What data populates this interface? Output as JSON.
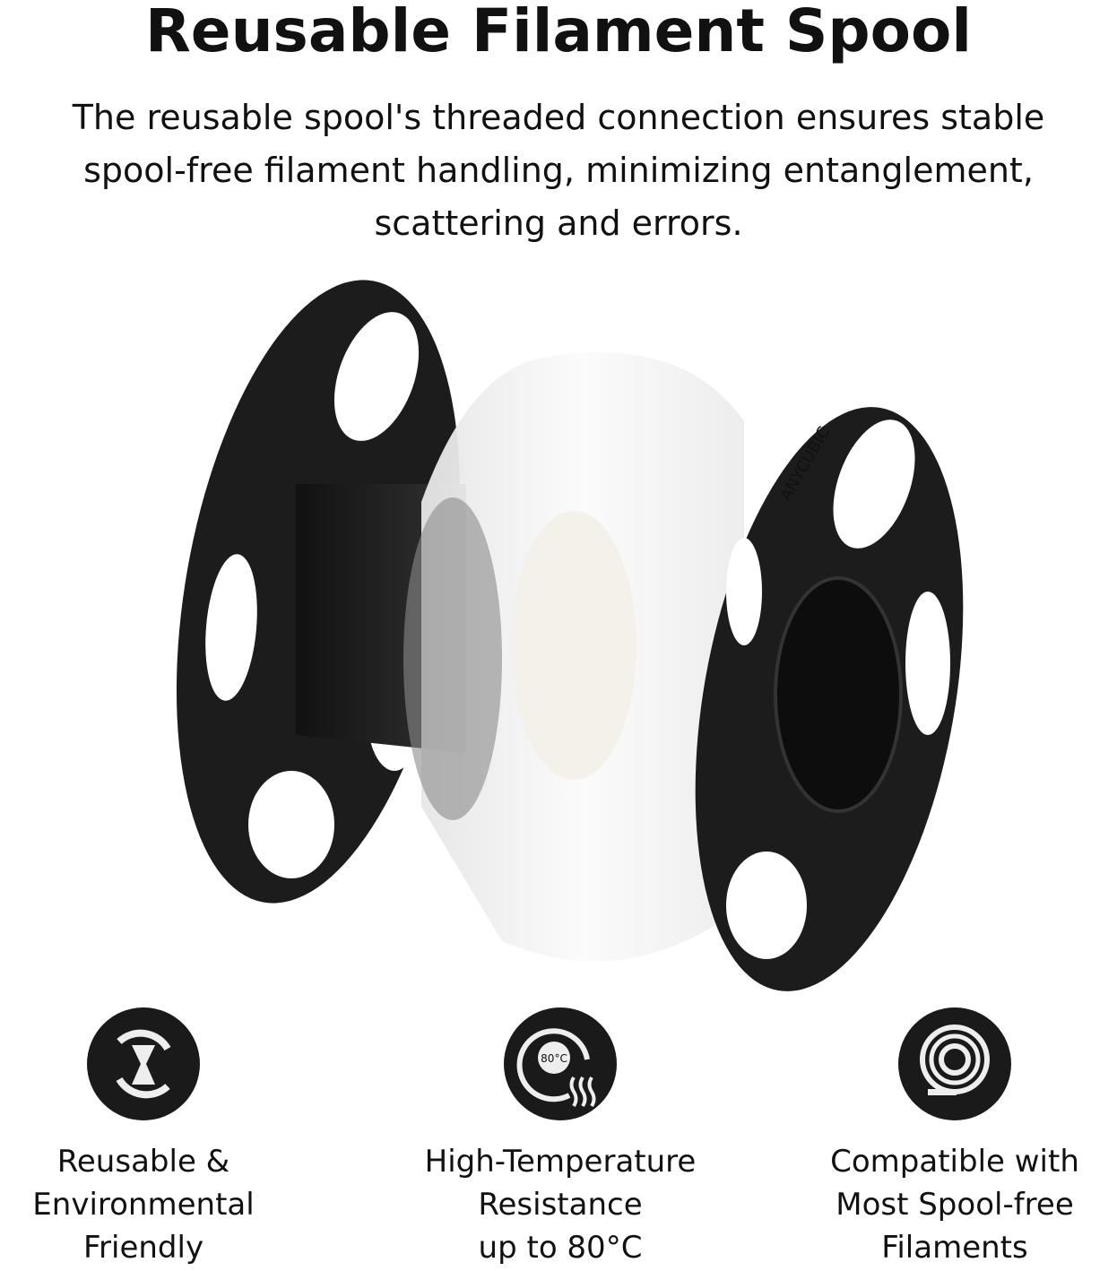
{
  "title": "Reusable Filament Spool",
  "subtitle": [
    "The reusable spool's threaded connection ensures stable",
    "spool-free filament handling, minimizing entanglement,",
    "scattering and errors."
  ],
  "spool_logo": "ANYCUBIC",
  "features": [
    {
      "icon": "recycle-hourglass-icon",
      "lines": [
        "Reusable &",
        "Environmental",
        "Friendly"
      ]
    },
    {
      "icon": "temperature-heat-icon",
      "badge": "80°C",
      "lines": [
        "High-Temperature",
        "Resistance",
        "up to 80°C"
      ]
    },
    {
      "icon": "filament-coil-icon",
      "lines": [
        "Compatible with",
        "Most Spool-free",
        "Filaments"
      ]
    }
  ],
  "colors": {
    "spool": "#1c1c1c",
    "filament": "#f2f2f2",
    "icon_bg": "#1a1a1a"
  }
}
